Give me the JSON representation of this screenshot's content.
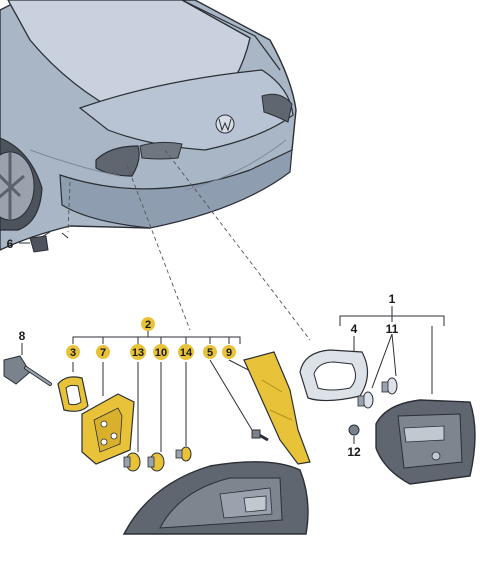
{
  "diagram": {
    "callouts": {
      "c1": "1",
      "c2": "2",
      "c3": "3",
      "c4": "4",
      "c5": "5",
      "c6": "6",
      "c7": "7",
      "c8": "8",
      "c9": "9",
      "c10": "10",
      "c11": "11",
      "c12": "12",
      "c13": "13",
      "c14": "14"
    },
    "colors": {
      "car_body": "#a9b6c6",
      "car_shadow": "#8796aa",
      "highlight": "#e8c33a",
      "lamp_lens": "#5f6670",
      "lamp_housing": "#9aa3ad",
      "outline": "#2b2f35"
    }
  }
}
